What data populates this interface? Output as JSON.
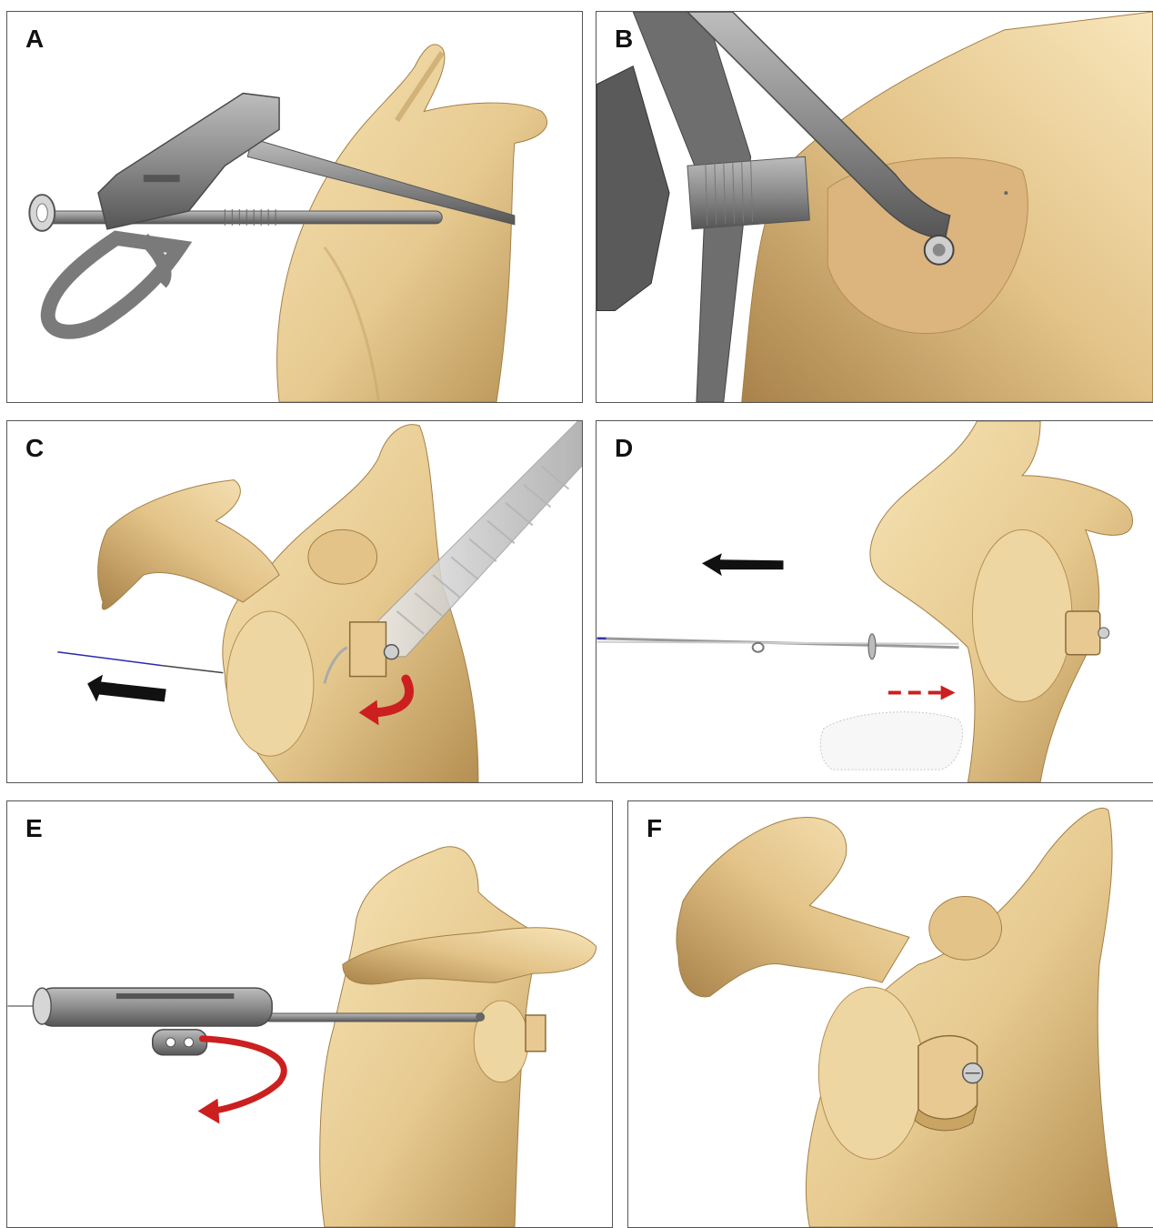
{
  "panels": [
    {
      "label": "A"
    },
    {
      "label": "B"
    },
    {
      "label": "C"
    },
    {
      "label": "D"
    },
    {
      "label": "E"
    },
    {
      "label": "F"
    }
  ],
  "colors": {
    "bone": "#e6c98f",
    "bone_shadow": "#b58f52",
    "bone_highlight": "#f6e3b4",
    "instrument": "#8c8c8c",
    "instrument_dark": "#5e5e5e",
    "arrow_black": "#111111",
    "arrow_red": "#cc1f1f",
    "sleeve": "#d9d9d9"
  }
}
